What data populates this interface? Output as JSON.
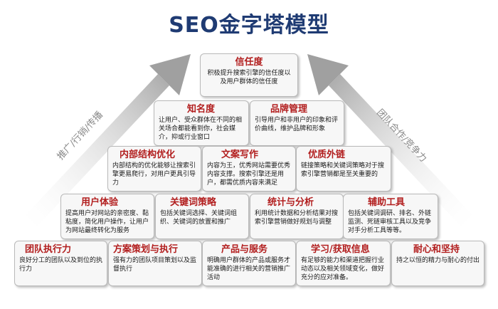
{
  "title": "SEO金字塔模型",
  "side": {
    "left": "推广/行销/传播",
    "right": "团队合作/竞争力"
  },
  "pyramid": {
    "top": {
      "title": "信任度",
      "desc": "积极提升搜索引擎的信任度以及用户群体的信任度"
    },
    "row2": [
      {
        "title": "知名度",
        "desc": "让用户、受众群体在不同的相关场合都能看到你，社会媒介，抑或行业窗口"
      },
      {
        "title": "品牌管理",
        "desc": "引导用户和非用户的印象和评价曲线，维护品牌和形象"
      }
    ],
    "row3": [
      {
        "title": "内部结构优化",
        "desc": "内部结构的优化能够让搜索引擎更易爬行，对用户更具引导力"
      },
      {
        "title": "文案写作",
        "desc": "内容为王，优秀网站需要优秀内容支撑。搜索引擎还是用户，都需优质内容来满足"
      },
      {
        "title": "优质外链",
        "desc": "链接策略和关键词策略对于搜索引擎营销都是至关重要的"
      }
    ],
    "row4": [
      {
        "title": "用户体验",
        "desc": "提高用户对网站的亲密度、黏粘度，简化用户操作，让用户为网站最终转化为服务"
      },
      {
        "title": "关键词策略",
        "desc": "包括关键词选择、关键词组织、关键词的放置和推广"
      },
      {
        "title": "统计与分析",
        "desc": "利用统计数据和分析结果对搜索引擎营销做好规划与调整"
      },
      {
        "title": "辅助工具",
        "desc": "包括关键词调研、排名、外链监测、死链审核工具以及竞争对手分析工具等等。"
      }
    ],
    "row5": [
      {
        "title": "团队执行力",
        "desc": "良好分工的团队以及到位的执行力"
      },
      {
        "title": "方案策划与执行",
        "desc": "强有力的团队项目策划以及监督执行"
      },
      {
        "title": "产品与服务",
        "desc": "明确用户群体的产品或服务才能准确的进行相关的营销推广活动"
      },
      {
        "title": "学习/获取信息",
        "desc": "有足够的能力和渠道把握行业动态以及相关领域变化，做好充分的应对准备。"
      },
      {
        "title": "耐心和坚持",
        "desc": "持之以恒的精力与耐心的付出"
      }
    ]
  }
}
